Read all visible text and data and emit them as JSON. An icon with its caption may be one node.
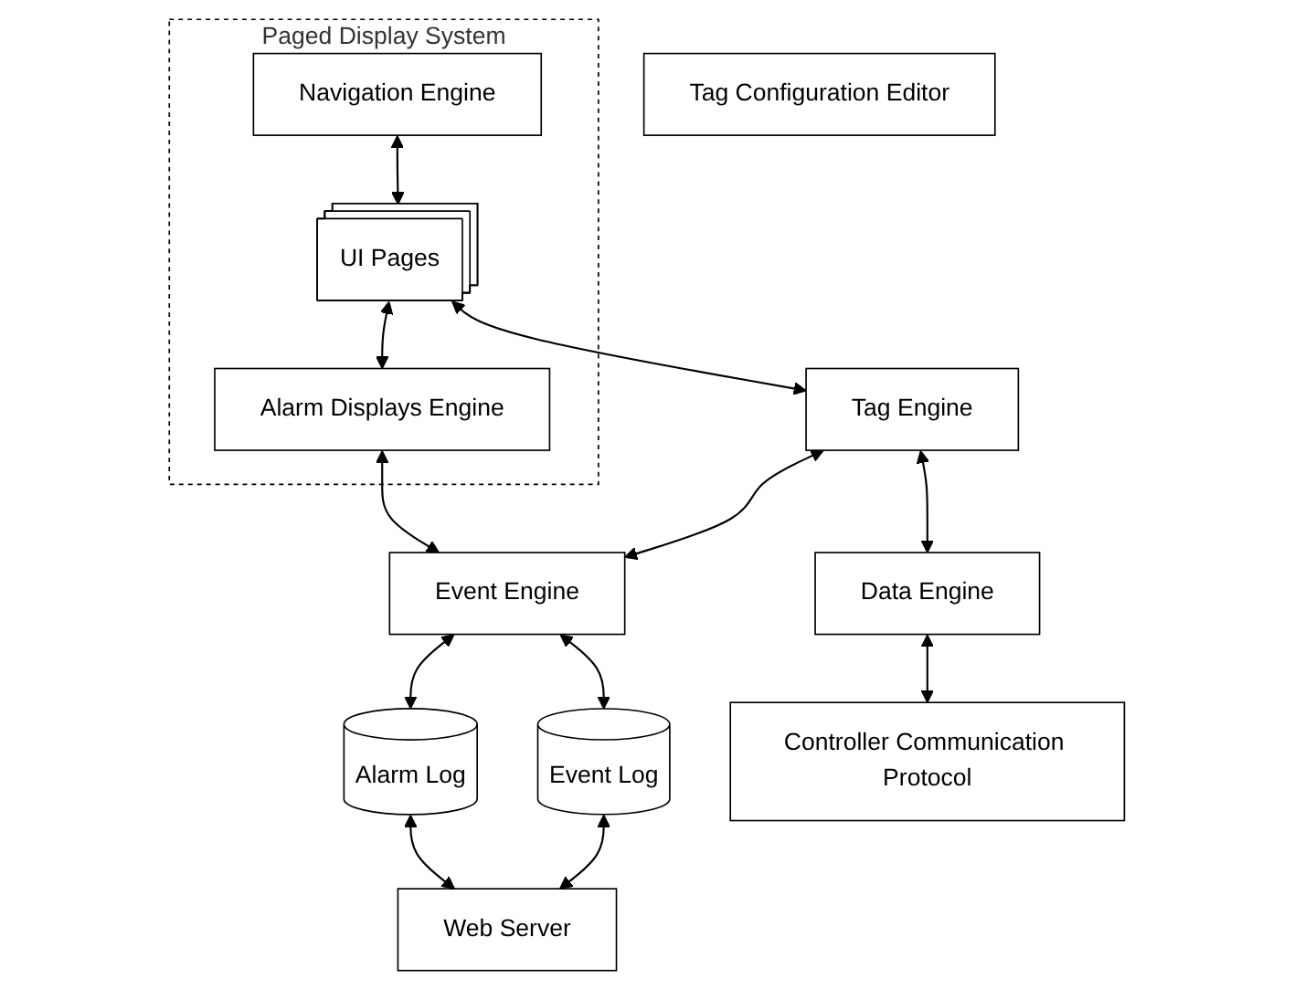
{
  "diagram": {
    "nodes": [
      {
        "text": [
          "Paged Display System"
        ]
      },
      {
        "text": [
          "Navigation Engine"
        ],
        "in": 0
      },
      {
        "text": [
          "UI Pages"
        ],
        "in": 0
      },
      {
        "text": [
          "Alarm Displays Engine"
        ],
        "in": 0
      },
      {
        "text": [
          "Tag Engine"
        ]
      },
      {
        "text": [
          "Event Engine"
        ]
      },
      {
        "text": [
          "Data Engine"
        ]
      },
      {
        "text": [
          "Alarm Log"
        ]
      },
      {
        "text": [
          "Event Log"
        ]
      },
      {
        "text": [
          "Controller Communication Protocol"
        ]
      },
      {
        "text": [
          "Web Server"
        ]
      },
      {
        "text": [
          "Tag Configuration Editor"
        ]
      }
    ],
    "edges": [
      {
        "from": 1,
        "to": 2,
        "arrow": "both"
      },
      {
        "from": 2,
        "to": 3,
        "arrow": "both"
      },
      {
        "from": 2,
        "to": 4,
        "arrow": "both"
      },
      {
        "from": 3,
        "to": 5,
        "arrow": "both"
      },
      {
        "from": 4,
        "to": 5,
        "arrow": "both"
      },
      {
        "from": 4,
        "to": 6,
        "arrow": "both"
      },
      {
        "from": 5,
        "to": 7,
        "arrow": "both"
      },
      {
        "from": 5,
        "to": 8,
        "arrow": "both"
      },
      {
        "from": 6,
        "to": 9,
        "arrow": "both"
      },
      {
        "from": 7,
        "to": 10,
        "arrow": "both"
      },
      {
        "from": 8,
        "to": 10,
        "arrow": "both"
      }
    ]
  }
}
